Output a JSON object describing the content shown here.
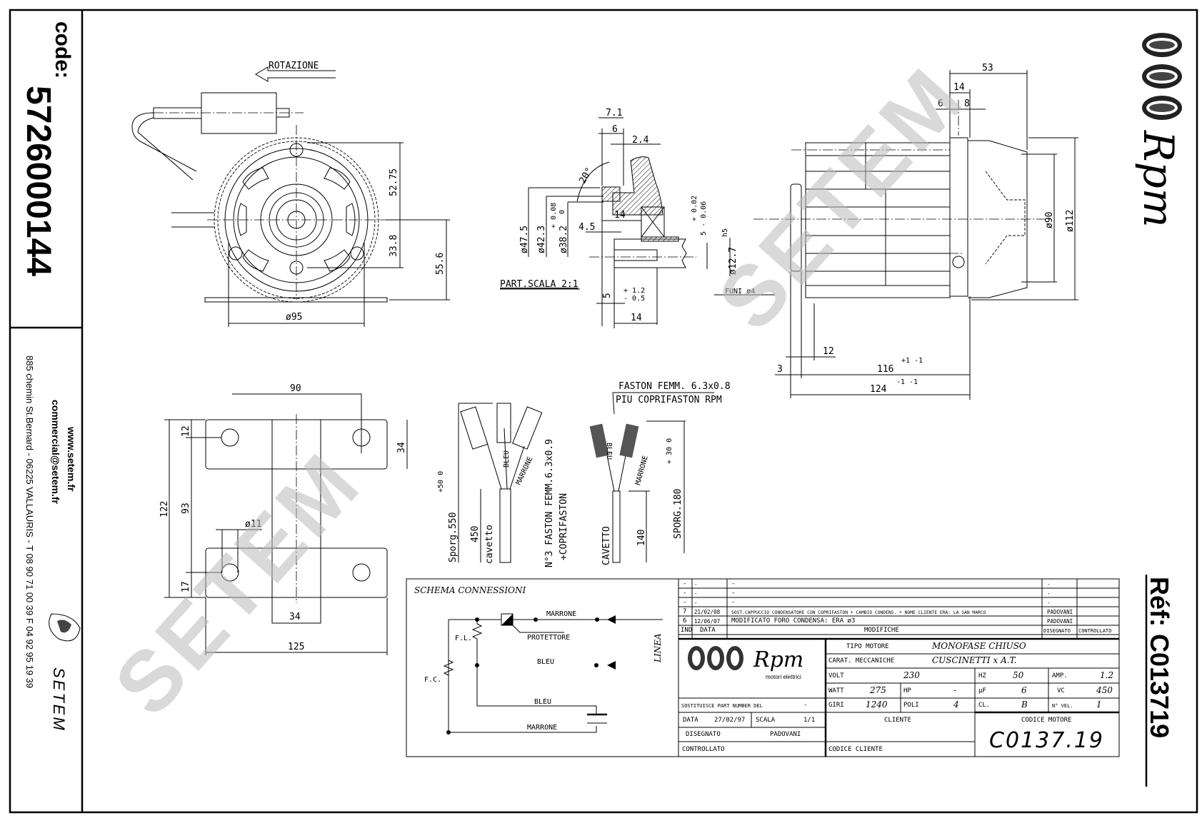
{
  "left_panel": {
    "code_label": "code:",
    "code_value": "5726000144",
    "website": "www.setem.fr",
    "email": "commercial@setem.fr",
    "address": "885 chemin St.Bernard - 06225 VALLAURIS - T 08 90 71 00 39  F 04 92 95 19 39",
    "brand": "SETEM"
  },
  "right_panel": {
    "brand": "Rpm",
    "ref_label": "Réf: C013719"
  },
  "watermark": "SETEM",
  "front_view": {
    "rotation_label": "ROTAZIONE",
    "dims": {
      "d1": "52.75",
      "d2": "33.8",
      "d3": "55.6",
      "d4": "ø95"
    }
  },
  "detail_view": {
    "dims": {
      "a": "7.1",
      "b": "6",
      "c": "2.4",
      "angle": "20°",
      "d475": "ø47.5",
      "d423": "ø42.3",
      "tol1": "+ 0.08",
      "tol1b": "0",
      "d382": "ø38.2",
      "l14": "14",
      "l45": "4.5",
      "tol2": "+ 0.02",
      "tol2b": "5 - 0.06",
      "h5": "h5",
      "d127": "ø12.7",
      "tol3": "+ 1.2",
      "tol3b": "- 0.5",
      "l5": "5",
      "l14b": "14"
    },
    "scale_label": "PART.SCALA 2:1"
  },
  "side_view": {
    "dims": {
      "d53": "53",
      "d14": "14",
      "d6": "6",
      "d8": "8",
      "d90": "ø90",
      "d112": "ø112",
      "d12": "12",
      "d3": "3",
      "d116": "116",
      "d116tol": "+1 -1",
      "d124": "124",
      "d124tol": "-1 -1"
    },
    "fune_label": "FUNI ø4"
  },
  "bracket_view": {
    "dims": {
      "w90": "90",
      "h12": "12",
      "h93": "93",
      "h122": "122",
      "h17": "17",
      "h34": "34",
      "hole": "ø11",
      "w34": "34",
      "w125": "125"
    }
  },
  "cables": {
    "left": {
      "sporg": "Sporg.550",
      "sporg_tol": "+50 0",
      "length": "450",
      "cable": "cavetto",
      "faston": "N°3 FASTON FEMM.6.3x0.9",
      "coprifaston": "+COPRIFASTON",
      "wire1": "BLEU",
      "wire2": "MARRONE"
    },
    "right": {
      "faston": "FASTON FEMM. 6.3x0.8",
      "coprifaston": "PIU COPRIFASTON RPM",
      "cable": "CAVETTO",
      "length": "140",
      "sporg": "SPORG.180",
      "sporg_tol": "+ 30  0",
      "wire1": "BLEU",
      "wire2": "MARRONE"
    }
  },
  "schema": {
    "title": "SCHEMA CONNESSIONI",
    "marrone_top": "MARRONE",
    "protettore": "PROTETTORE",
    "bleu": "BLEU",
    "bleu_bottom": "BLEU",
    "marrone_bottom": "MARRONE",
    "fl": "F.L.",
    "fc": "F.C.",
    "linea": "LINEA"
  },
  "revisions": {
    "rows": [
      {
        "ind": "-",
        "data": "-",
        "modifica": "-",
        "disegnato": "-",
        "controllato": ""
      },
      {
        "ind": "-",
        "data": "-",
        "modifica": "-",
        "disegnato": "-",
        "controllato": ""
      },
      {
        "ind": "-",
        "data": "-",
        "modifica": "-",
        "disegnato": "-",
        "controllato": ""
      },
      {
        "ind": "7",
        "data": "21/02/08",
        "modifica": "SOST.CAPPUCCIO CONDENSATORE CON COPRIFASTON + CAMBIO CONDENS. + NOME CLIENTE ERA: LA SAN MARCO",
        "disegnato": "PADOVANI",
        "controllato": ""
      },
      {
        "ind": "6",
        "data": "12/06/07",
        "modifica": "MODIFICATO FORO CONDENSA: ERA ø3",
        "disegnato": "PADOVANI",
        "controllato": ""
      }
    ],
    "headers": {
      "ind": "IND",
      "data": "DATA",
      "modifiche": "MODIFICHE",
      "disegnato": "DISEGNATO",
      "controllato": "CONTROLLATO"
    }
  },
  "title_block": {
    "logo_text": "Rpm",
    "logo_sub": "motori elettrici",
    "tipo_motore_label": "TIPO MOTORE",
    "tipo_motore": "MONOFASE CHIUSO",
    "carat_label": "CARAT. MECCANICHE",
    "carat": "CUSCINETTI x A.T.",
    "volt_label": "VOLT",
    "volt": "230",
    "hz_label": "HZ",
    "hz": "50",
    "amp_label": "AMP.",
    "amp": "1.2",
    "watt_label": "WATT",
    "watt": "275",
    "hp_label": "HP",
    "hp": "-",
    "uf_label": "µF",
    "uf": "6",
    "vc_label": "VC",
    "vc": "450",
    "giri_label": "GIRI",
    "giri": "1240",
    "poli_label": "POLI",
    "poli": "4",
    "cl_label": "CL.",
    "cl": "B",
    "nvel_label": "N° VEL.",
    "nvel": "1",
    "sostituisce_label": "SOSTITUISCE PART NUMBER DEL",
    "sostituisce": "-",
    "data_label": "DATA",
    "data": "27/02/97",
    "scala_label": "SCALA",
    "scala": "1/1",
    "disegnato_label": "DISEGNATO",
    "disegnato": "PADOVANI",
    "controllato_label": "CONTROLLATO",
    "cliente_label": "CLIENTE",
    "codice_cliente_label": "CODICE CLIENTE",
    "codice_motore_label": "CODICE MOTORE",
    "codice_motore": "C0137.19"
  }
}
